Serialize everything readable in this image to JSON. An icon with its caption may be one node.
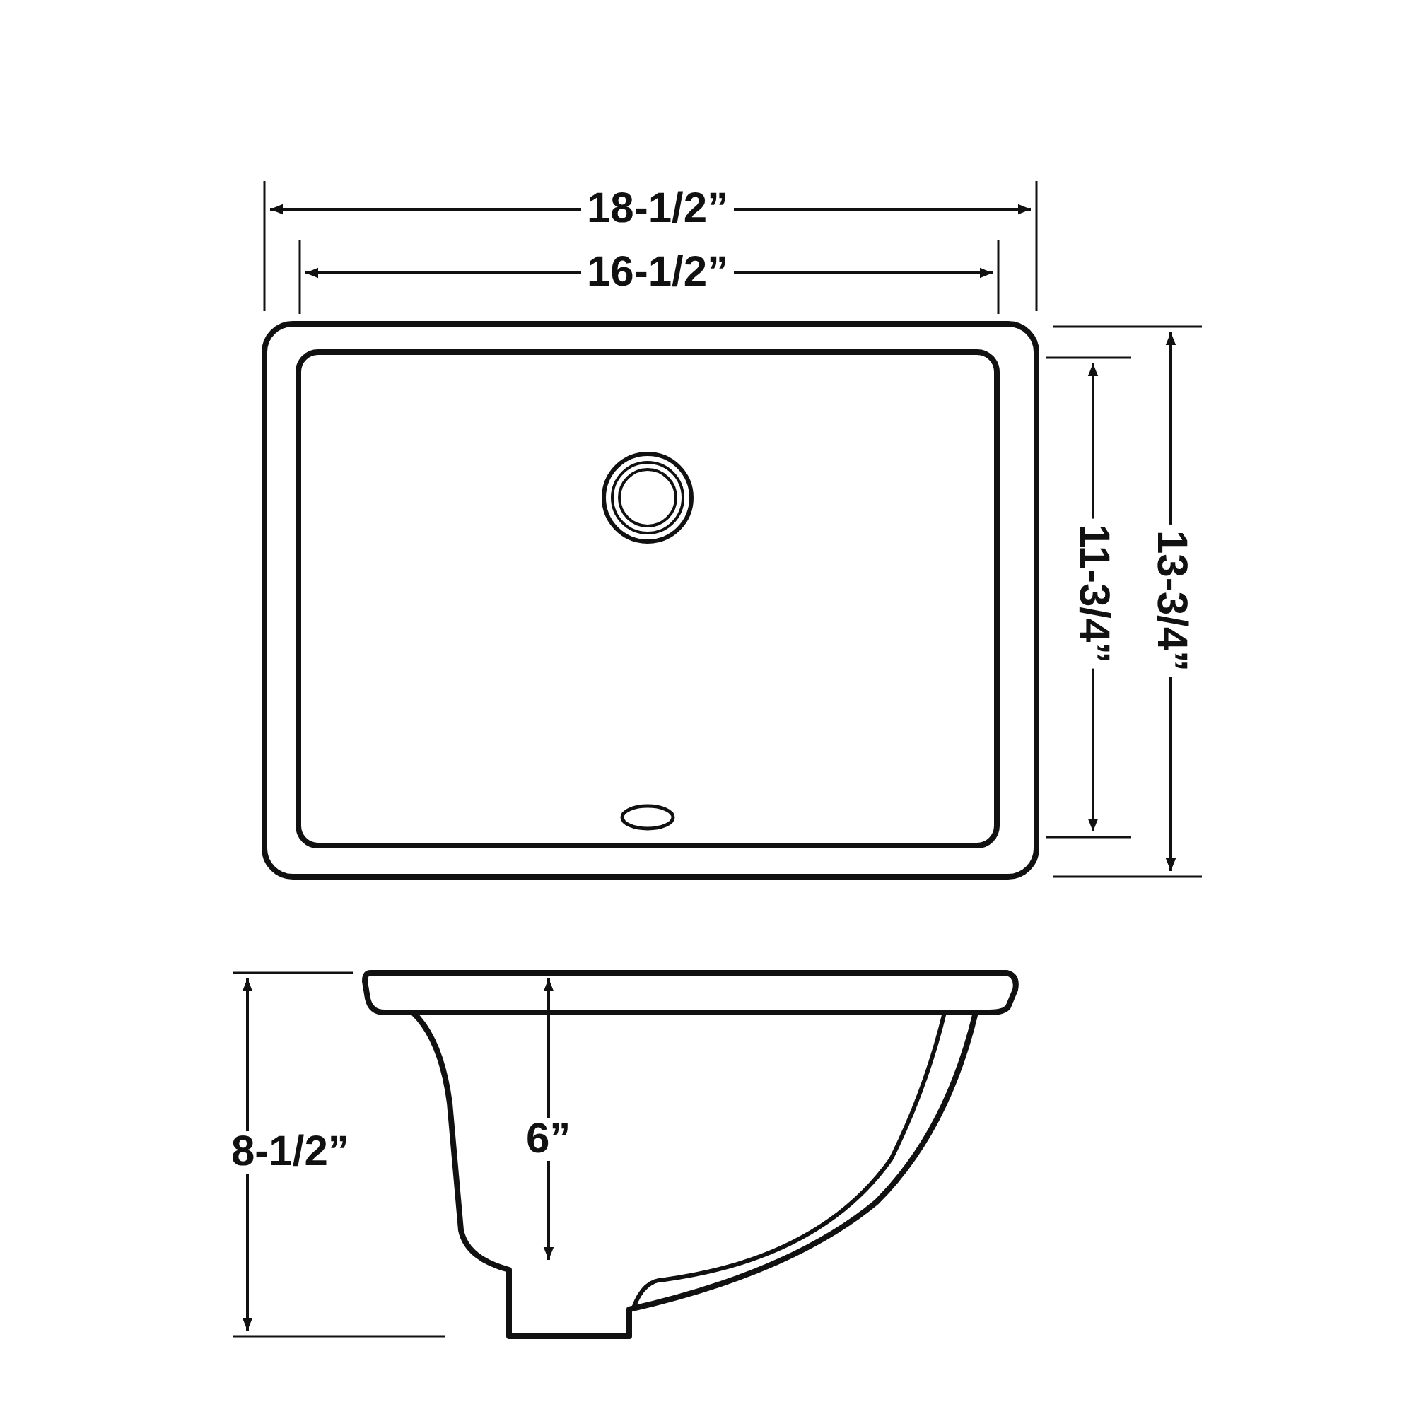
{
  "diagram": {
    "labels": [
      "18-1/2”",
      "16-1/2”",
      "11-3/4”",
      "13-3/4”",
      "8-1/2”",
      "6”"
    ]
  }
}
